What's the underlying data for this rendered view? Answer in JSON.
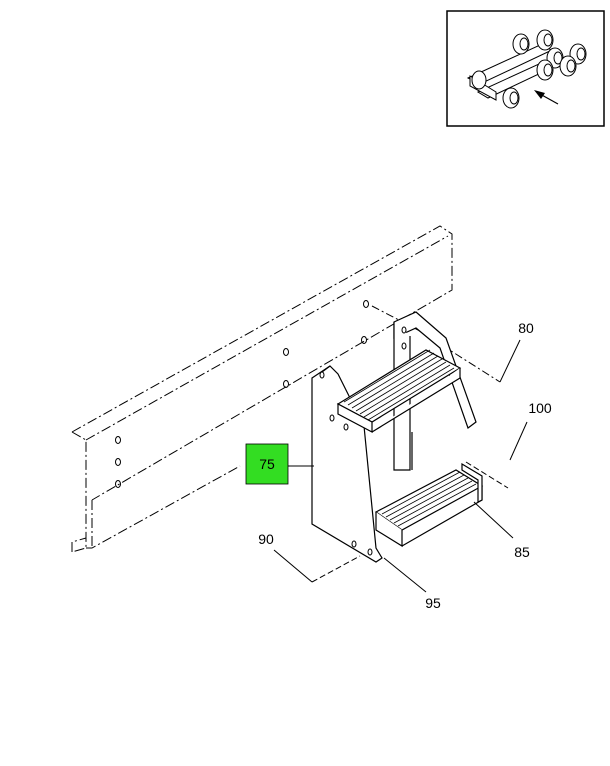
{
  "diagram": {
    "callouts": [
      {
        "id": "c75",
        "label": "75",
        "highlighted": true
      },
      {
        "id": "c80",
        "label": "80"
      },
      {
        "id": "c100",
        "label": "100"
      },
      {
        "id": "c85",
        "label": "85"
      },
      {
        "id": "c90",
        "label": "90"
      },
      {
        "id": "c95",
        "label": "95"
      }
    ],
    "highlight_color": "#33dd22",
    "line_color": "#000000"
  }
}
